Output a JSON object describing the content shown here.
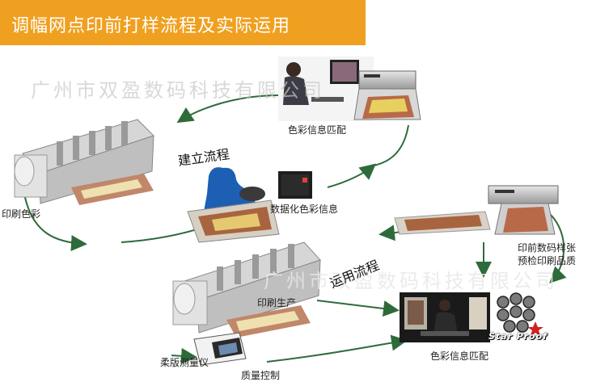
{
  "banner": {
    "title": "调幅网点印前打样流程及实际运用"
  },
  "watermarks": [
    "广州市双盈数码科技有限公司",
    "广州市双盈数码科技有限公司"
  ],
  "flows": {
    "establish": "建立流程",
    "apply": "运用流程"
  },
  "labels": {
    "color_match_top": "色彩信息匹配",
    "printing_color": "印刷色彩",
    "digitize": "数据化色彩信息",
    "digital_proof_line1": "印前数码样张",
    "digital_proof_line2": "预检印刷品质",
    "production": "印刷生产",
    "color_match_bottom": "色彩信息匹配",
    "densitometer": "柔版测量仪",
    "quality": "质量控制"
  },
  "logo": {
    "text": "Star Proof"
  },
  "colors": {
    "banner": "#f0a020",
    "arrow": "#2e6b3a"
  }
}
